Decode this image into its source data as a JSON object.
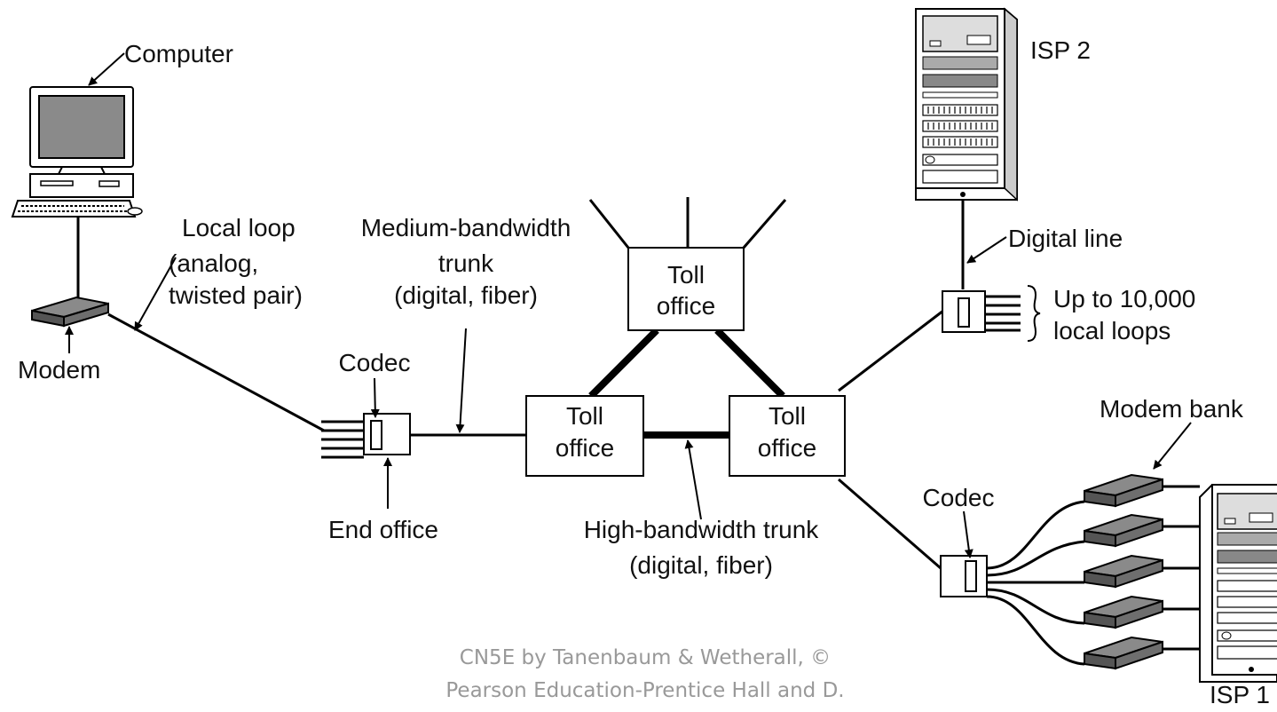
{
  "labels": {
    "computer": "Computer",
    "modem": "Modem",
    "local_loop": [
      "Local loop",
      "(analog,",
      "twisted pair)"
    ],
    "medium_trunk": [
      "Medium-bandwidth",
      "trunk",
      "(digital, fiber)"
    ],
    "codec_left": "Codec",
    "end_office": "End office",
    "toll_top": [
      "Toll",
      "office"
    ],
    "toll_left": [
      "Toll",
      "office"
    ],
    "toll_right": [
      "Toll",
      "office"
    ],
    "high_trunk": [
      "High-bandwidth trunk",
      "(digital, fiber)"
    ],
    "isp2": "ISP 2",
    "digital_line": "Digital line",
    "up_to": [
      "Up to 10,000",
      "local loops"
    ],
    "modem_bank": "Modem bank",
    "codec_right": "Codec",
    "isp1": "ISP 1"
  },
  "credit": [
    "CN5E by Tanenbaum & Wetherall, ©",
    "Pearson Education-Prentice Hall and D."
  ]
}
